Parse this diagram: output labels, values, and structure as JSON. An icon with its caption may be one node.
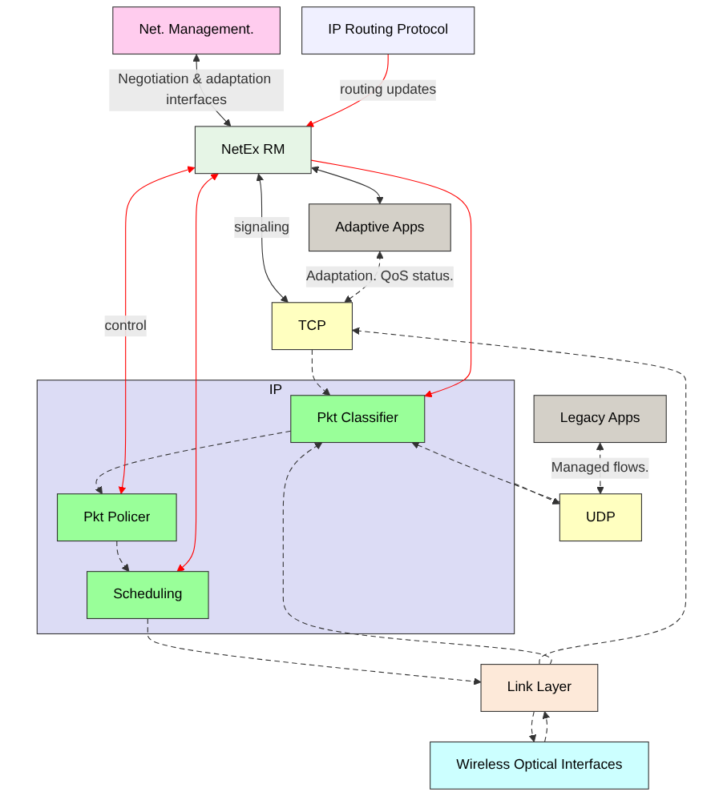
{
  "diagram": {
    "nodes": [
      {
        "text": [
          "Net. Management."
        ]
      },
      {
        "text": [
          "Adaptive Apps"
        ]
      },
      {
        "text": [
          "Legacy Apps"
        ]
      },
      {
        "text": [
          "TCP"
        ]
      },
      {
        "text": [
          "UDP"
        ]
      },
      {
        "text": [
          "NetEx RM"
        ]
      },
      {
        "text": [
          "IP"
        ]
      },
      {
        "text": [
          "Pkt Classifier"
        ],
        "in": 6
      },
      {
        "text": [
          "Pkt Policer"
        ],
        "in": 6
      },
      {
        "text": [
          "Scheduling"
        ],
        "in": 6
      },
      {
        "text": [
          "IP Routing Protocol"
        ]
      },
      {
        "text": [
          "Link Layer"
        ]
      },
      {
        "text": [
          "Wireless Optical Interfaces"
        ]
      }
    ],
    "edges": [
      {
        "from": 0,
        "to": 5,
        "arrow": "both",
        "label": "Negotiation & adaptation interfaces"
      },
      {
        "from": 5,
        "to": 1,
        "arrow": "both"
      },
      {
        "from": 5,
        "to": 3,
        "arrow": "both",
        "label": "signaling"
      },
      {
        "from": 1,
        "to": 3,
        "arrow": "both",
        "style": "dashed",
        "label": "Adaptation. QoS status."
      },
      {
        "from": 2,
        "to": 4,
        "arrow": "both",
        "style": "dashed",
        "label": "Managed flows."
      },
      {
        "from": 3,
        "to": 7,
        "arrow": "to",
        "style": "dashed"
      },
      {
        "from": 4,
        "to": 7,
        "arrow": "to",
        "style": "dashed"
      },
      {
        "from": 6,
        "to": 4,
        "arrow": "to",
        "style": "dashed"
      },
      {
        "from": 11,
        "to": 3,
        "arrow": "to",
        "style": "dashed"
      },
      {
        "from": 11,
        "to": 7,
        "arrow": "to",
        "style": "dashed"
      },
      {
        "from": 7,
        "to": 8,
        "arrow": "to",
        "style": "dashed"
      },
      {
        "from": 8,
        "to": 9,
        "arrow": "to",
        "style": "dashed"
      },
      {
        "from": 9,
        "to": 11,
        "arrow": "to",
        "style": "dashed"
      },
      {
        "from": 12,
        "to": 11,
        "arrow": "to",
        "style": "dashed"
      },
      {
        "from": 11,
        "to": 12,
        "arrow": "to",
        "style": "dashed"
      },
      {
        "from": 5,
        "to": 7,
        "arrow": "to",
        "color": "#ff0000"
      },
      {
        "from": 5,
        "to": 8,
        "arrow": "both",
        "color": "#ff0000",
        "label": "control"
      },
      {
        "from": 5,
        "to": 9,
        "arrow": "both",
        "color": "#ff0000"
      },
      {
        "from": 10,
        "to": 5,
        "arrow": "to",
        "color": "#ff0000",
        "label": "routing updates"
      }
    ]
  }
}
